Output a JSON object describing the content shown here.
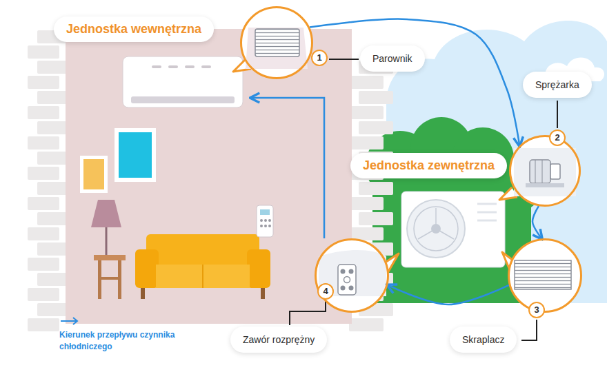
{
  "diagram": {
    "nodes": [
      {
        "text": [
          "Jednostka wewnętrzna"
        ]
      },
      {
        "text": [
          "1"
        ]
      },
      {
        "text": [
          "Parownik"
        ]
      },
      {
        "text": [
          "Sprężarka"
        ]
      },
      {
        "text": [
          "2"
        ]
      },
      {
        "text": [
          "Jednostka zewnętrzna"
        ]
      },
      {
        "text": [
          "4"
        ]
      },
      {
        "text": [
          "3"
        ]
      },
      {
        "text": [
          "Zawór rozprężny"
        ]
      },
      {
        "text": [
          "Skraplacz"
        ]
      }
    ],
    "edges": [
      {
        "from": 1,
        "to": 4,
        "arrow": "to"
      },
      {
        "from": 4,
        "to": 7,
        "arrow": "to"
      },
      {
        "from": 7,
        "to": 6,
        "arrow": "to"
      }
    ],
    "legend": [
      {
        "text": "Kierunek przepływu czynnika chłodniczego"
      }
    ]
  }
}
